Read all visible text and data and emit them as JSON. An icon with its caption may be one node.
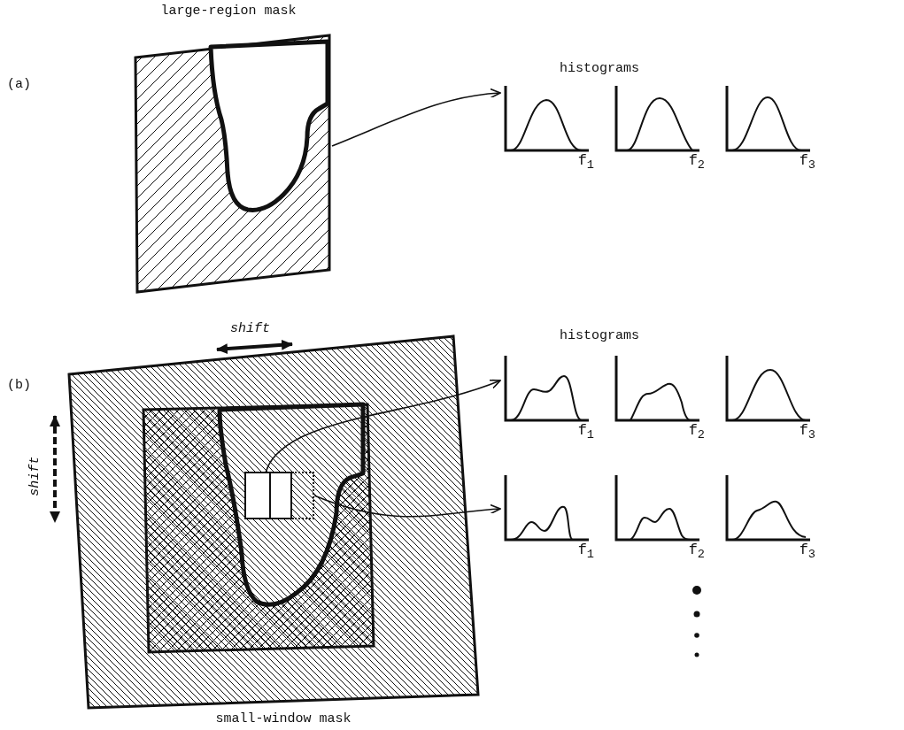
{
  "diagram": {
    "nodes": [
      {
        "text": [
          "large-region mask"
        ]
      },
      {
        "text": [],
        "shape": "region",
        "in": 0
      },
      {
        "text": [
          "f$_{1}$"
        ]
      },
      {
        "text": [
          "f$_{2}$"
        ]
      },
      {
        "text": [
          "f$_{3}$"
        ]
      },
      {
        "text": [
          "small-window mask"
        ]
      },
      {
        "text": [],
        "shape": "box",
        "in": 5
      },
      {
        "text": [],
        "shape": "region",
        "in": 6
      },
      {
        "text": [],
        "shape": "box",
        "in": 7
      },
      {
        "text": [],
        "shape": "box",
        "in": 7
      },
      {
        "text": [
          "f$_{1}$"
        ]
      },
      {
        "text": [
          "f$_{2}$"
        ]
      },
      {
        "text": [
          "f$_{3}$"
        ]
      },
      {
        "text": [
          "f$_{1}$"
        ]
      },
      {
        "text": [
          "f$_{2}$"
        ]
      },
      {
        "text": [
          "f$_{3}$"
        ]
      }
    ],
    "edges": [
      {
        "from": 1,
        "to": 2,
        "arrow": "to"
      },
      {
        "from": 8,
        "to": 10,
        "arrow": "to"
      },
      {
        "from": 9,
        "to": 13,
        "arrow": "to"
      }
    ],
    "labels": [
      "(a)",
      "histograms",
      "shift",
      "histograms",
      "(b)",
      "shift"
    ]
  }
}
